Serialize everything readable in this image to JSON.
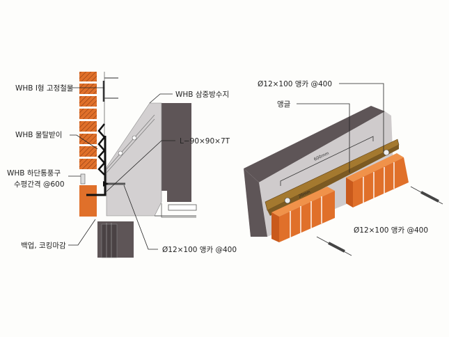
{
  "left_detail": {
    "labels": {
      "fixing_hardware": "WHB I형 고정철물",
      "waterproof_sheet": "WHB 삼중방수지",
      "drip_support": "WHB 물탈받이",
      "vent_line1": "WHB 하단통풍구",
      "vent_line2": "수평간격 @600",
      "angle": "L−90×90×7T",
      "backup": "백업, 코킹마감",
      "anchor": "Ø12×100 앵카 @400"
    }
  },
  "right_detail": {
    "labels": {
      "anchor_top": "Ø12×100 앵카 @400",
      "angle": "앵글",
      "anchor_bottom": "Ø12×100 앵카 @400",
      "dim_600": "600mm",
      "dim_20": "20mm"
    }
  },
  "colors": {
    "brick": "#e0702a",
    "concrete_dark": "#5e5557",
    "concrete_face": "#cfcbcc",
    "angle": "#a4792f"
  }
}
